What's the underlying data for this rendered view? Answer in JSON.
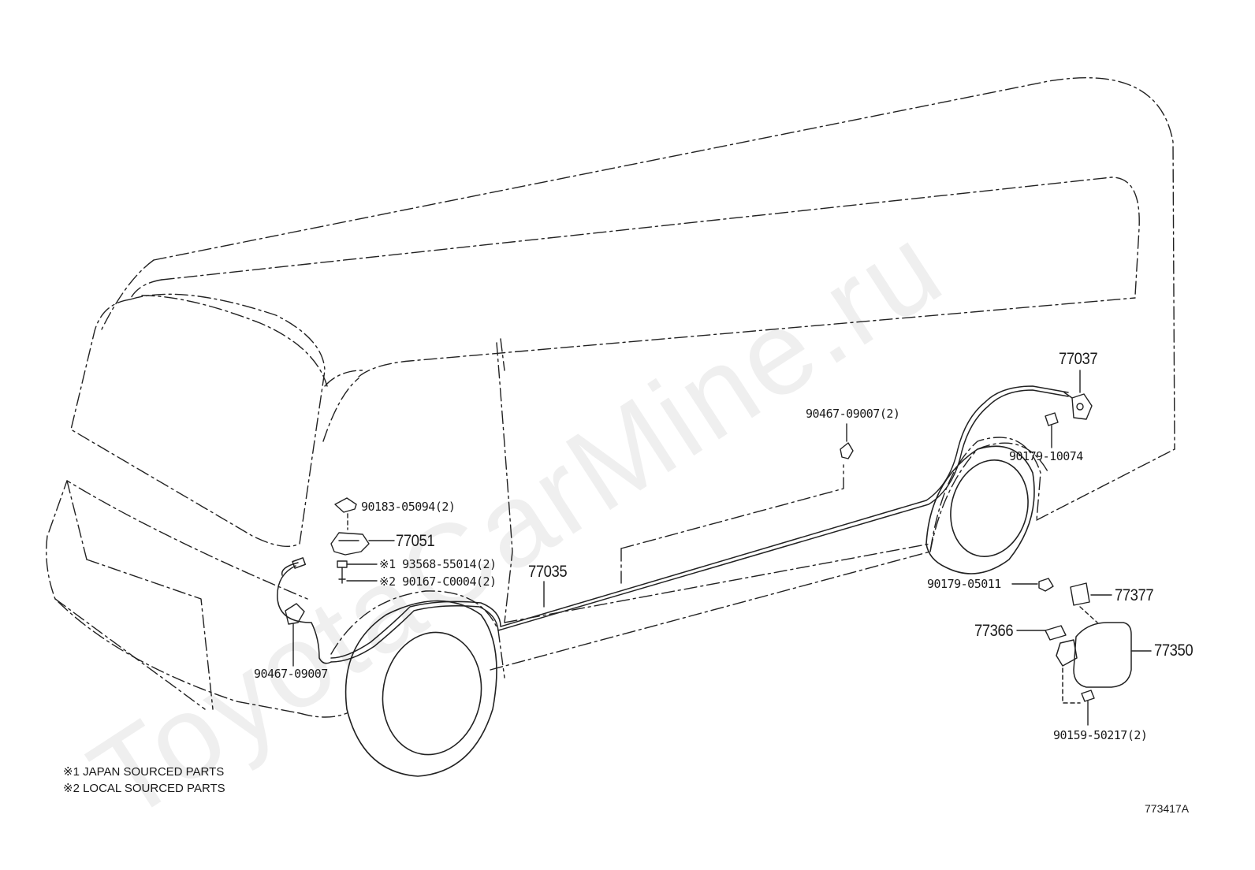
{
  "watermark": "ToyotaCarMine.ru",
  "diagram_id": "773417A",
  "notes": [
    "※1 JAPAN SOURCED PARTS",
    "※2 LOCAL SOURCED PARTS"
  ],
  "parts": {
    "p77037": "77037",
    "p90179_10074": "90179-10074",
    "p90467_09007_2": "90467-09007(2)",
    "p90183_05094_2": "90183-05094(2)",
    "p77051": "77051",
    "p93568_55014_2": "※1 93568-55014(2)",
    "p90167_C0004_2": "※2 90167-C0004(2)",
    "p77035": "77035",
    "p90467_09007": "90467-09007",
    "p90179_05011": "90179-05011",
    "p77377": "77377",
    "p77366": "77366",
    "p77350": "77350",
    "p90159_50217_2": "90159-50217(2)"
  },
  "colors": {
    "line": "#222222",
    "background": "#ffffff"
  }
}
